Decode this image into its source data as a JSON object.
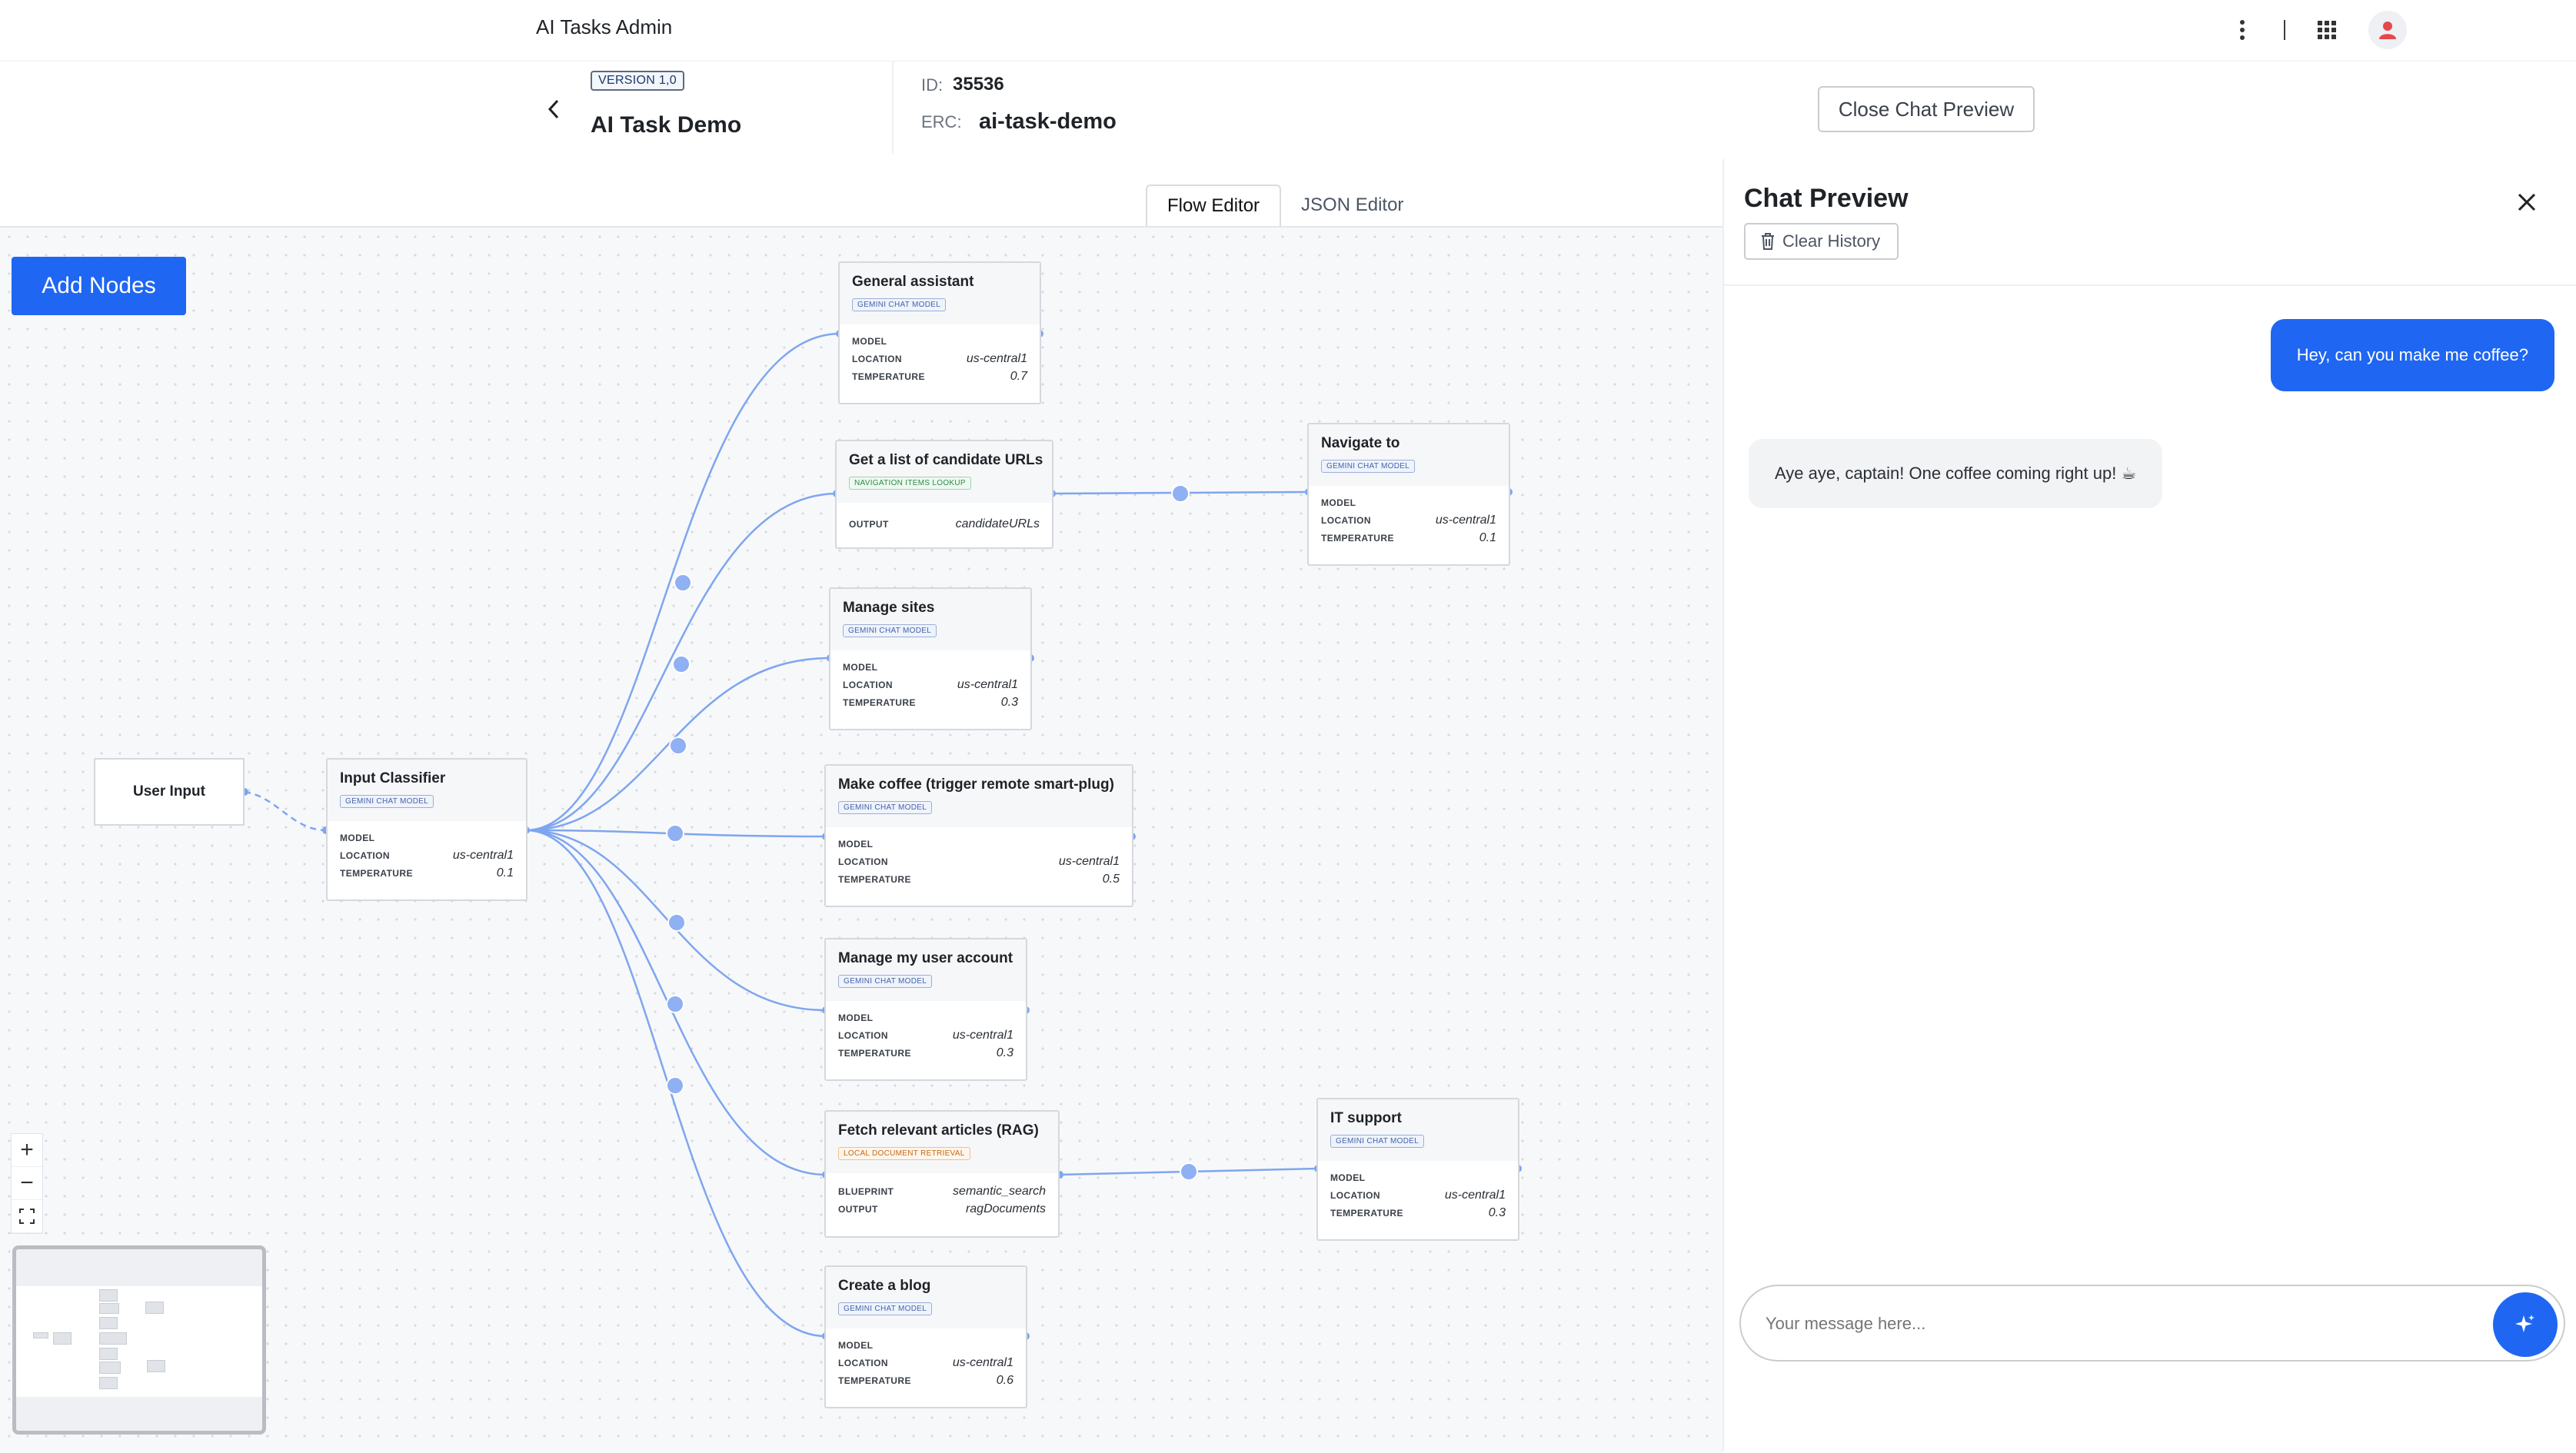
{
  "app": {
    "title": "AI Tasks Admin"
  },
  "task": {
    "version_label": "VERSION 1,0",
    "name": "AI Task Demo",
    "id_label": "ID:",
    "id_value": "35536",
    "erc_label": "ERC:",
    "erc_value": "ai-task-demo",
    "close_preview_label": "Close Chat Preview"
  },
  "tabs": [
    {
      "label": "Flow Editor",
      "active": true
    },
    {
      "label": "JSON Editor",
      "active": false
    }
  ],
  "canvas": {
    "add_nodes_label": "Add Nodes"
  },
  "nodes": {
    "user_input": {
      "title": "User Input"
    },
    "classifier": {
      "title": "Input Classifier",
      "badge": "GEMINI CHAT MODEL",
      "rows": [
        [
          "MODEL",
          ""
        ],
        [
          "LOCATION",
          "us-central1"
        ],
        [
          "TEMPERATURE",
          "0.1"
        ]
      ]
    },
    "general": {
      "title": "General assistant",
      "badge": "GEMINI CHAT MODEL",
      "rows": [
        [
          "MODEL",
          ""
        ],
        [
          "LOCATION",
          "us-central1"
        ],
        [
          "TEMPERATURE",
          "0.7"
        ]
      ]
    },
    "urls": {
      "title": "Get a list of candidate URLs",
      "badge": "NAVIGATION ITEMS LOOKUP",
      "rows": [
        [
          "OUTPUT",
          "candidateURLs"
        ]
      ]
    },
    "navigate": {
      "title": "Navigate to",
      "badge": "GEMINI CHAT MODEL",
      "rows": [
        [
          "MODEL",
          ""
        ],
        [
          "LOCATION",
          "us-central1"
        ],
        [
          "TEMPERATURE",
          "0.1"
        ]
      ]
    },
    "sites": {
      "title": "Manage sites",
      "badge": "GEMINI CHAT MODEL",
      "rows": [
        [
          "MODEL",
          ""
        ],
        [
          "LOCATION",
          "us-central1"
        ],
        [
          "TEMPERATURE",
          "0.3"
        ]
      ]
    },
    "coffee": {
      "title": "Make coffee (trigger remote smart-plug)",
      "badge": "GEMINI CHAT MODEL",
      "rows": [
        [
          "MODEL",
          ""
        ],
        [
          "LOCATION",
          "us-central1"
        ],
        [
          "TEMPERATURE",
          "0.5"
        ]
      ]
    },
    "account": {
      "title": "Manage my user account",
      "badge": "GEMINI CHAT MODEL",
      "rows": [
        [
          "MODEL",
          ""
        ],
        [
          "LOCATION",
          "us-central1"
        ],
        [
          "TEMPERATURE",
          "0.3"
        ]
      ]
    },
    "rag": {
      "title": "Fetch relevant articles (RAG)",
      "badge": "LOCAL DOCUMENT RETRIEVAL",
      "rows": [
        [
          "BLUEPRINT",
          "semantic_search"
        ],
        [
          "OUTPUT",
          "ragDocuments"
        ]
      ]
    },
    "it": {
      "title": "IT support",
      "badge": "GEMINI CHAT MODEL",
      "rows": [
        [
          "MODEL",
          ""
        ],
        [
          "LOCATION",
          "us-central1"
        ],
        [
          "TEMPERATURE",
          "0.3"
        ]
      ]
    },
    "blog": {
      "title": "Create a blog",
      "badge": "GEMINI CHAT MODEL",
      "rows": [
        [
          "MODEL",
          ""
        ],
        [
          "LOCATION",
          "us-central1"
        ],
        [
          "TEMPERATURE",
          "0.6"
        ]
      ]
    }
  },
  "zoom": {
    "zoom_in": "+",
    "zoom_out": "−"
  },
  "chat": {
    "title": "Chat Preview",
    "clear_label": "Clear History",
    "messages": [
      {
        "role": "user",
        "text": "Hey, can you make me coffee?"
      },
      {
        "role": "assistant",
        "text": "Aye aye, captain! One coffee coming right up! ☕"
      }
    ],
    "input_placeholder": "Your message here..."
  },
  "colors": {
    "accent": "#1f66f2",
    "edge": "#7ea6ef",
    "avatar_icon": "#e5484d"
  }
}
